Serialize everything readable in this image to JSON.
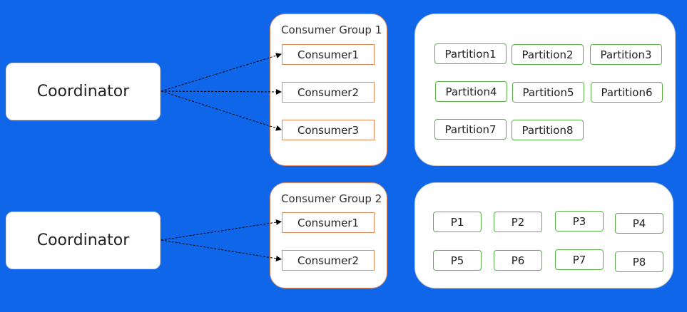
{
  "coordinators": [
    "Coordinator",
    "Coordinator"
  ],
  "groups": [
    {
      "title": "Consumer Group 1",
      "consumers": [
        "Consumer1",
        "Consumer2",
        "Consumer3"
      ]
    },
    {
      "title": "Consumer Group 2",
      "consumers": [
        "Consumer1",
        "Consumer2"
      ]
    }
  ],
  "partition_sets": [
    [
      "Partition1",
      "Partition2",
      "Partition3",
      "Partition4",
      "Partition5",
      "Partition6",
      "Partition7",
      "Partition8"
    ],
    [
      "P1",
      "P2",
      "P3",
      "P4",
      "P5",
      "P6",
      "P7",
      "P8"
    ]
  ],
  "colors": {
    "background": "#0f66e8",
    "group_border": "#e98a55",
    "partition_border": "#5ab14a"
  }
}
